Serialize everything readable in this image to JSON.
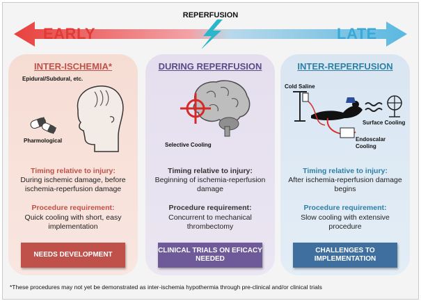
{
  "header": {
    "reperfusion": "REPERFUSION",
    "early": "EARLY",
    "late": "LATE"
  },
  "colors": {
    "early": "#e23b37",
    "late": "#3aa9d8",
    "bolt": "#2bb6c9"
  },
  "panels": [
    {
      "title": "INTER-ISCHEMIA*",
      "labels": [
        "Epidural/Subdural, etc.",
        "Pharmological"
      ],
      "timing_heading": "Timing relative to injury:",
      "timing_text": "During ischemic damage, before ischemia-reperfusion damage",
      "procedure_heading": "Procedure requirement:",
      "procedure_text": "Quick cooling with short, easy implementation",
      "box": "NEEDS DEVELOPMENT",
      "color": "#c0504a"
    },
    {
      "title": "DURING REPERFUSION",
      "labels": [
        "Selective Cooling"
      ],
      "timing_heading": "Timing relative to injury:",
      "timing_text": "Beginning of ischemia-reperfusion damage",
      "procedure_heading": "Procedure requirement:",
      "procedure_text": "Concurrent to mechanical thrombectomy",
      "box": "CLINICAL TRIALS ON EFICACY NEEDED",
      "color": "#6e5a99"
    },
    {
      "title": "INTER-REPERFUSION",
      "labels": [
        "Cold Saline",
        "Surface Cooling",
        "Endoscalar Cooling"
      ],
      "timing_heading": "Timing relative to injury:",
      "timing_text": "After ischemia-reperfusion damage begins",
      "procedure_heading": "Procedure requirement:",
      "procedure_text": "Slow cooling with extensive procedure",
      "box": "CHALLENGES TO IMPLEMENTATION",
      "color": "#3f6f9e"
    }
  ],
  "footnote": "*These procedures may not yet be demonstrated as inter-ischemia hypothermia through pre-clinical and/or clinical trials"
}
